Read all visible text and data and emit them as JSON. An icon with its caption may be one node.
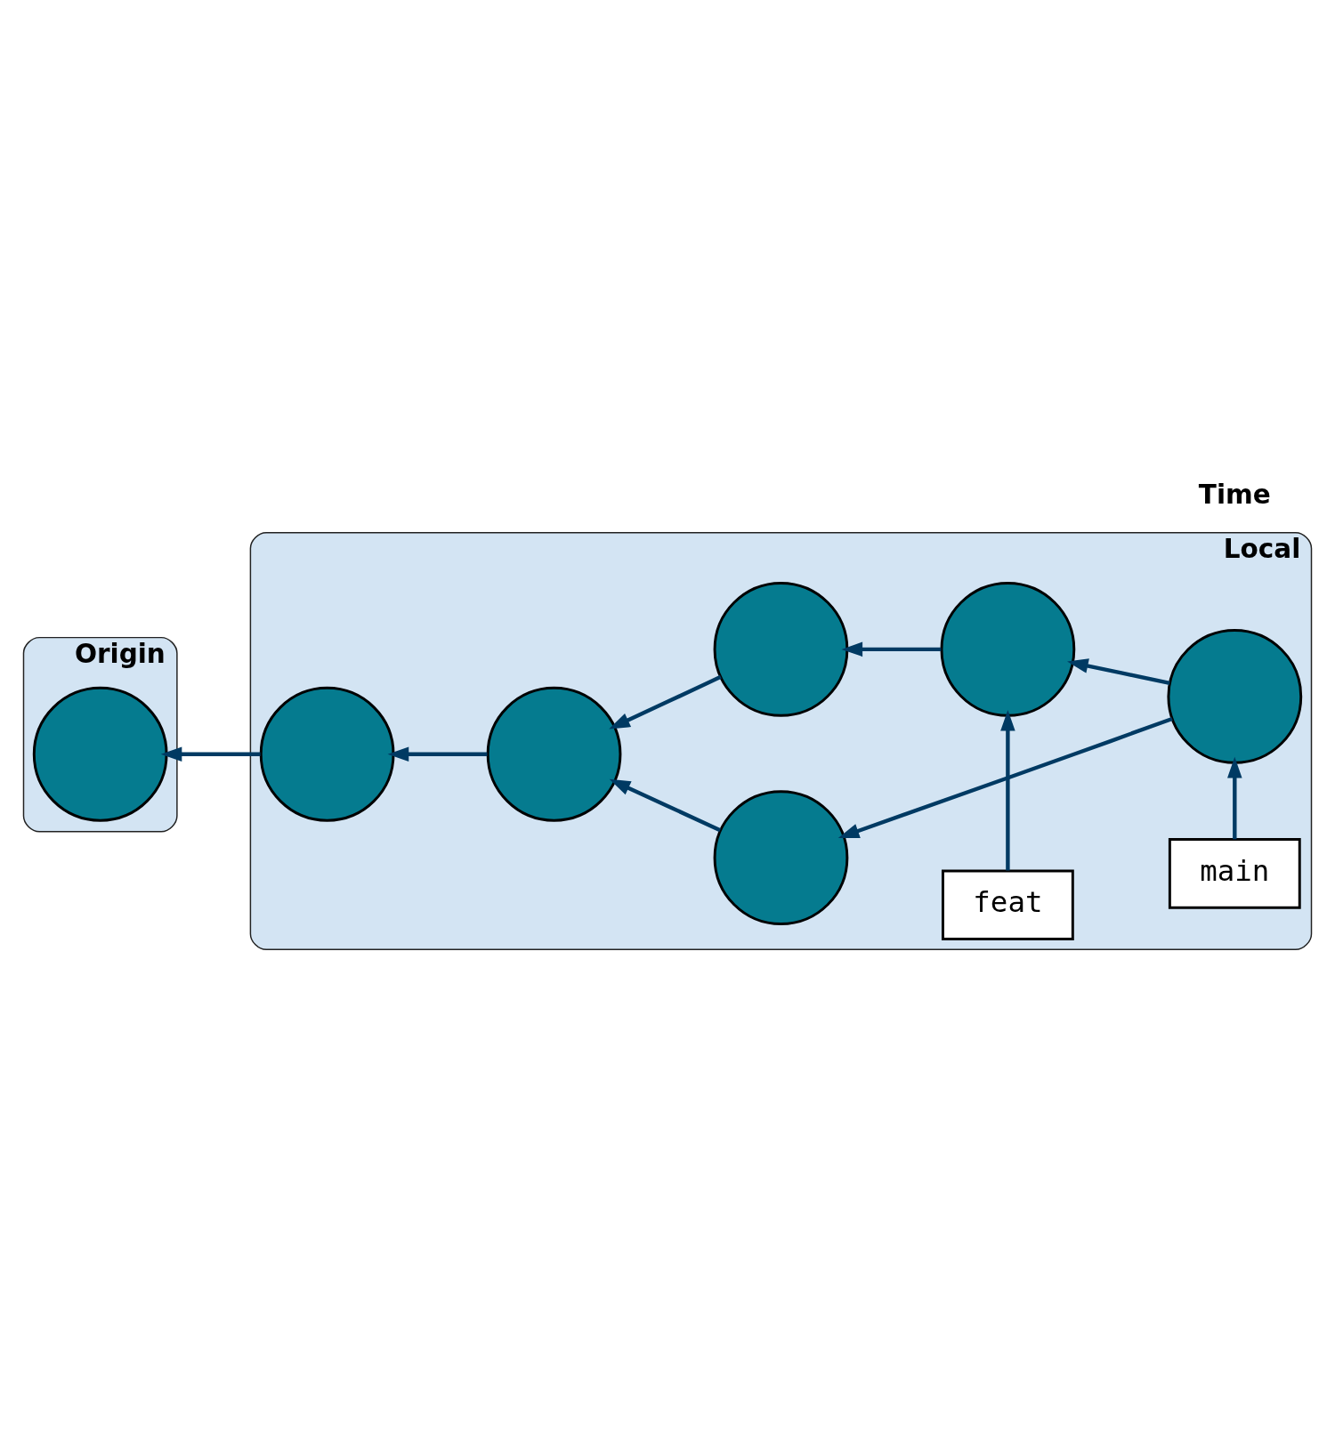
{
  "diagram": {
    "nodes": [
      {
        "text": [
          "Origin"
        ]
      },
      {
        "text": [],
        "shape": "circle",
        "in": 0
      },
      {
        "text": [
          "Local"
        ]
      },
      {
        "text": [
          "main"
        ],
        "in": 2
      },
      {
        "text": [],
        "shape": "circle",
        "in": 2
      },
      {
        "text": [],
        "shape": "circle",
        "in": 2
      },
      {
        "text": [],
        "shape": "circle",
        "in": 2
      },
      {
        "text": [],
        "shape": "circle",
        "in": 2
      },
      {
        "text": [],
        "shape": "circle",
        "in": 2
      },
      {
        "text": [],
        "shape": "circle",
        "in": 2
      },
      {
        "text": [
          "feat"
        ],
        "in": 2
      }
    ],
    "edges": [
      {
        "from": 4,
        "to": 1,
        "arrow": "to"
      },
      {
        "from": 5,
        "to": 4,
        "arrow": "to"
      },
      {
        "from": 6,
        "to": 5,
        "arrow": "to"
      },
      {
        "from": 7,
        "to": 6,
        "arrow": "to"
      },
      {
        "from": 3,
        "to": 7,
        "arrow": "to"
      },
      {
        "from": 8,
        "to": 5,
        "arrow": "to"
      },
      {
        "from": 9,
        "to": 8,
        "arrow": "to"
      },
      {
        "from": 7,
        "to": 9,
        "arrow": "to"
      },
      {
        "from": 10,
        "to": 9,
        "arrow": "to"
      }
    ],
    "labels": [
      "Time"
    ]
  }
}
